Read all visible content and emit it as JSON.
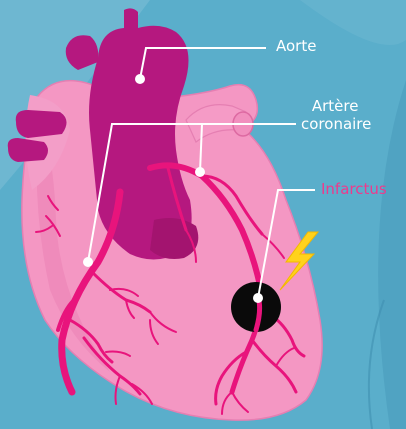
{
  "labels": {
    "aorta": "Aorte",
    "coronary_artery_line1": "Artère",
    "coronary_artery_line2": "coronaire",
    "infarction": "Infarctus"
  },
  "colors": {
    "background": "#5aaecb",
    "heart_body": "#f497c3",
    "heart_outline": "#d970a6",
    "aorta": "#b5187f",
    "artery": "#e8147c",
    "infarct": "#0a0a0a",
    "lightning": "#ffd21c",
    "leader_line": "#ffffff",
    "label_pink": "#ee3a8c"
  },
  "icons": [
    "lightning-bolt-icon"
  ]
}
